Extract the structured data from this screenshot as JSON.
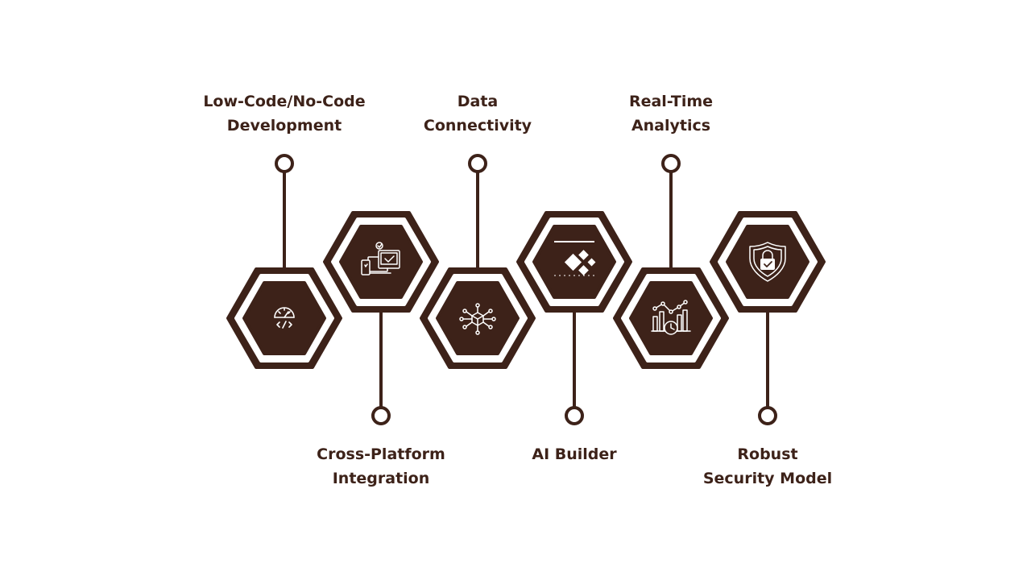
{
  "colors": {
    "primary": "#3d2219",
    "background": "#ffffff",
    "icon": "#ffffff"
  },
  "steps": [
    {
      "line1": "Low-Code/No-Code",
      "line2": "Development",
      "icon": "speedometer-code-icon"
    },
    {
      "line1": "Cross-Platform",
      "line2": "Integration",
      "icon": "devices-icon"
    },
    {
      "line1": "Data",
      "line2": "Connectivity",
      "icon": "network-cube-icon"
    },
    {
      "line1": "AI Builder",
      "line2": "",
      "icon": "ai-builder-logo-icon"
    },
    {
      "line1": "Real-Time",
      "line2": "Analytics",
      "icon": "analytics-chart-icon"
    },
    {
      "line1": "Robust",
      "line2": "Security Model",
      "icon": "security-shield-icon"
    }
  ]
}
